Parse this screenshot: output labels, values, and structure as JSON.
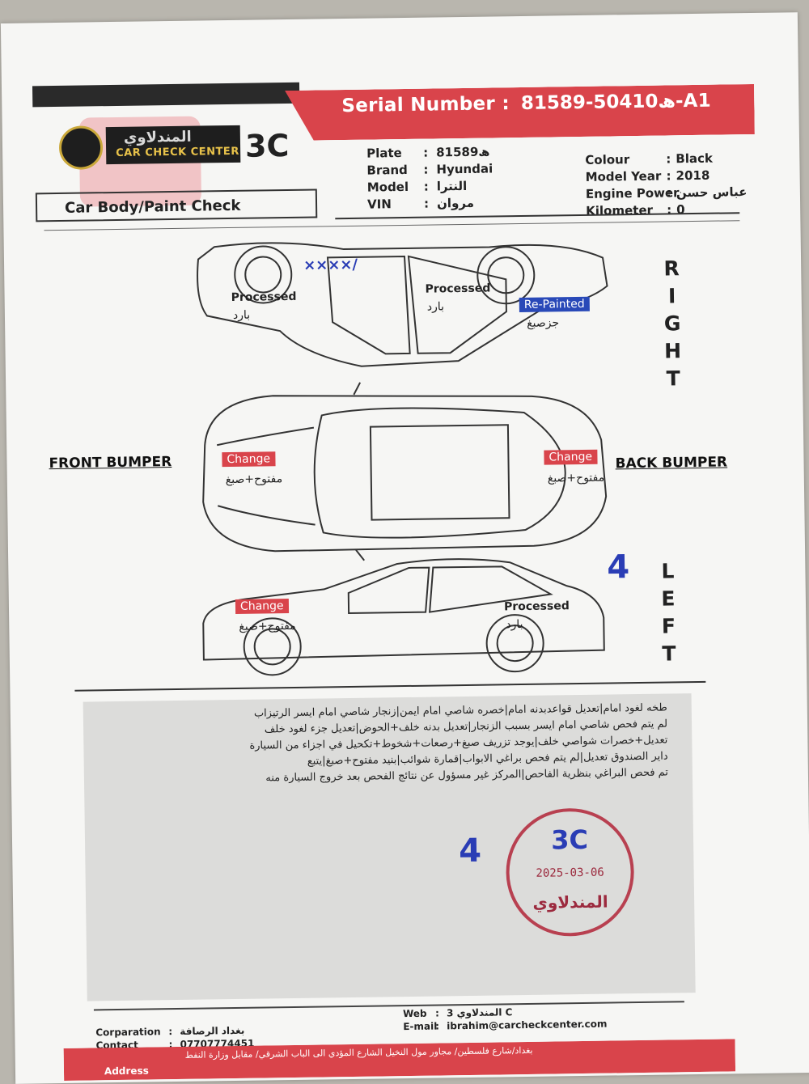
{
  "header": {
    "serial_label": "Serial Number :",
    "serial_value": "ھ50410-81589-A1",
    "logo_arabic": "المندلاوي",
    "logo_english": "CAR CHECK CENTER",
    "logo_brand": "3C",
    "section_title": "Car Body/Paint Check"
  },
  "vehicle": {
    "left_fields": [
      {
        "key": "Plate",
        "value": "ھ81589"
      },
      {
        "key": "Brand",
        "value": "Hyundai"
      },
      {
        "key": "Model",
        "value": "النترا"
      },
      {
        "key": "VIN",
        "value": "مروان"
      }
    ],
    "right_fields": [
      {
        "key": "Colour",
        "value": "Black"
      },
      {
        "key": "Model Year",
        "value": "2018"
      },
      {
        "key": "Engine Power",
        "value": "عباس حسن"
      },
      {
        "key": "Kilometer",
        "value": "0"
      }
    ],
    "separator": ":"
  },
  "diagram": {
    "right_label": "RIGHT",
    "left_label": "LEFT",
    "front_bumper": "FRONT BUMPER",
    "back_bumper": "BACK BUMPER",
    "handwritten_marks": "××××/",
    "handwritten_number_1": "4",
    "right_side": [
      {
        "status": "Processed",
        "arabic": "بارد"
      },
      {
        "status": "Processed",
        "arabic": "بارد"
      },
      {
        "status": "Re-Painted",
        "arabic": "جزصبغ"
      }
    ],
    "top_view": [
      {
        "status": "Change",
        "arabic": "مفتوح+صبغ"
      },
      {
        "status": "Change",
        "arabic": "مفتوح+صبغ"
      }
    ],
    "left_side": [
      {
        "status": "Change",
        "arabic": "مفتوح+صبغ"
      },
      {
        "status": "Processed",
        "arabic": "بارد"
      }
    ]
  },
  "notes": {
    "lines": [
      "طخه لغود امام|تعديل قواعدبدنه امام|خصره شاصي امام ايمن|زنجار شاصي امام ايسر الرتيزاب",
      "لم يتم فحص شاصي امام ايسر بسبب الزنجار|تعديل بدنه خلف+الحوض|تعديل جزء لغود خلف",
      "تعديل+خصرات شواصي خلف|يوجد تزريف صبغ+رصعات+شخوط+تكحيل في اجزاء من السيارة",
      "داير الصندوق تعديل|لم يتم فحص براغي الابواب|قمارة شوائب|بنيد مفتوح+صبغ|يتبع",
      "تم فحص البراغي بنظرية الفاحص|المركز غير مسؤول عن نتائج الفحص بعد خروج السيارة منه"
    ],
    "handwritten_number_2": "4"
  },
  "stamp": {
    "brand": "3C",
    "date": "2025-03-06",
    "name": "المندلاوي"
  },
  "footer": {
    "corporation_label": "Corparation",
    "corporation_value": "بغداد الرصافة",
    "contact_label": "Contact",
    "contact_value": "07707774451",
    "web_label": "Web",
    "web_value": "3 المندلاوي C",
    "email_label": "E-mail",
    "email_value": "ibrahim@carcheckcenter.com",
    "address_label": "Address",
    "address_value": "بغداد/شارع فلسطين/ مجاور مول النخيل الشارع المؤدي الى الباب الشرقي/ مقابل وزارة النفط"
  }
}
